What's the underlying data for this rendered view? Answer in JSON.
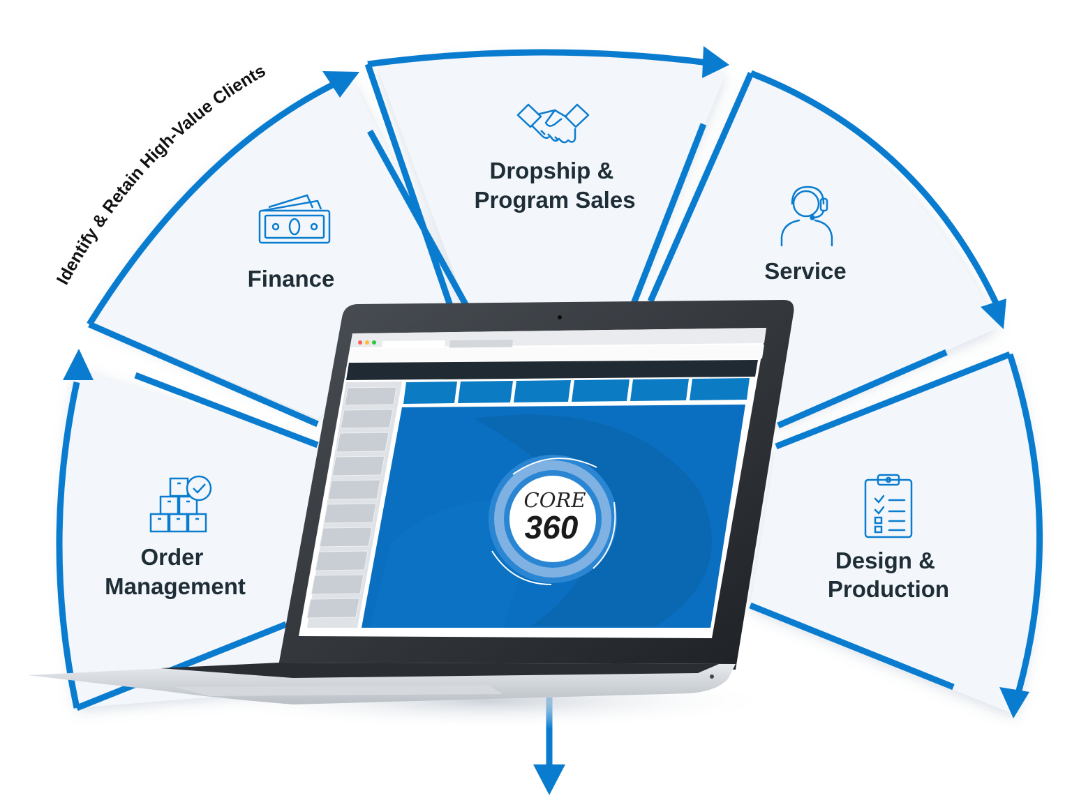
{
  "cycle_label": "Identify & Retain High-Value Clients",
  "segments": [
    {
      "id": "order-management",
      "lines": [
        "Order",
        "Management"
      ],
      "icon": "boxes-check-icon"
    },
    {
      "id": "finance",
      "lines": [
        "Finance"
      ],
      "icon": "money-bills-icon"
    },
    {
      "id": "dropship",
      "lines": [
        "Dropship &",
        "Program Sales"
      ],
      "icon": "handshake-icon"
    },
    {
      "id": "service",
      "lines": [
        "Service"
      ],
      "icon": "headset-person-icon"
    },
    {
      "id": "design-production",
      "lines": [
        "Design &",
        "Production"
      ],
      "icon": "clipboard-checklist-icon"
    }
  ],
  "center_logo": {
    "top": "CORE",
    "bottom": "360"
  },
  "colors": {
    "accent": "#0a7ccf",
    "segment_fill": "#f3f7fb",
    "text": "#1f2d36",
    "screen": "#0a6fc0",
    "tab": "#0b7bc4"
  }
}
